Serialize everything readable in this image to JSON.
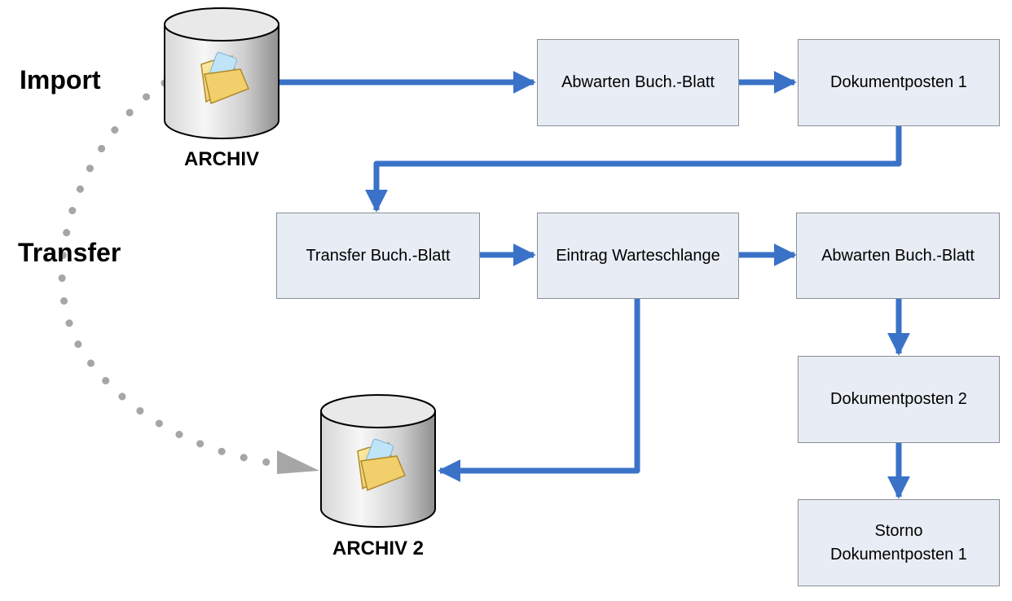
{
  "labels": {
    "import": "Import",
    "transfer": "Transfer"
  },
  "databases": {
    "archiv": "ARCHIV",
    "archiv2": "ARCHIV 2"
  },
  "boxes": {
    "abwarten1": "Abwarten Buch.-Blatt",
    "dokumentposten1": "Dokumentposten 1",
    "transfer_blatt": "Transfer Buch.-Blatt",
    "eintrag": "Eintrag Warteschlange",
    "abwarten2": "Abwarten Buch.-Blatt",
    "dokumentposten2": "Dokumentposten 2",
    "storno": "Storno\nDokumentposten 1"
  },
  "colors": {
    "arrow": "#3a72c8",
    "box_fill": "#e8edf5",
    "box_border": "#8a8f96",
    "dotted": "#a6a6a6",
    "cylinder_light": "#f2f2f2",
    "cylinder_dark": "#9a9a9a"
  }
}
